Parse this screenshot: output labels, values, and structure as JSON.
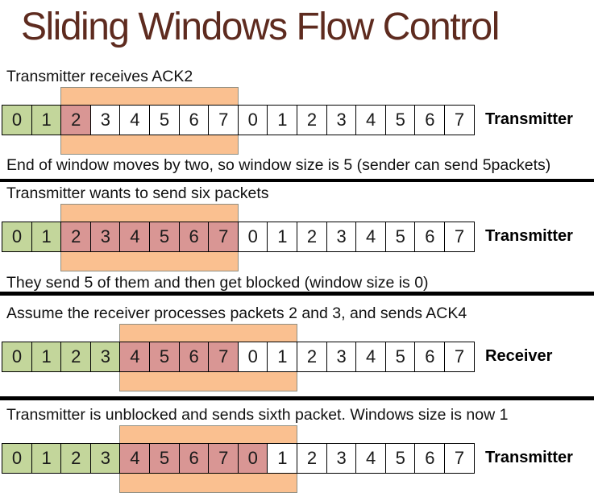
{
  "title": "Sliding Windows Flow Control",
  "theme": {
    "title_color": "#5e2b1f",
    "green_cell": "#c3d69b",
    "red_cell": "#d99694",
    "window_fill": "#fac090",
    "window_border": "#8f8f83",
    "separator_color": "#000000"
  },
  "sections": [
    {
      "caption": "Transmitter receives ACK2",
      "note": "End of window moves by two, so window size is 5 (sender can send 5packets)",
      "side_label": "Transmitter",
      "window": {
        "start_index": 2,
        "span": 6
      },
      "cells": [
        {
          "value": "0",
          "state": "green"
        },
        {
          "value": "1",
          "state": "green"
        },
        {
          "value": "2",
          "state": "red"
        },
        {
          "value": "3",
          "state": "white"
        },
        {
          "value": "4",
          "state": "white"
        },
        {
          "value": "5",
          "state": "white"
        },
        {
          "value": "6",
          "state": "white"
        },
        {
          "value": "7",
          "state": "white"
        },
        {
          "value": "0",
          "state": "white"
        },
        {
          "value": "1",
          "state": "white"
        },
        {
          "value": "2",
          "state": "white"
        },
        {
          "value": "3",
          "state": "white"
        },
        {
          "value": "4",
          "state": "white"
        },
        {
          "value": "5",
          "state": "white"
        },
        {
          "value": "6",
          "state": "white"
        },
        {
          "value": "7",
          "state": "white"
        }
      ]
    },
    {
      "caption": "Transmitter wants to send six packets",
      "note": "They send 5 of them and then get blocked (window size is 0)",
      "side_label": "Transmitter",
      "window": {
        "start_index": 2,
        "span": 6
      },
      "cells": [
        {
          "value": "0",
          "state": "green"
        },
        {
          "value": "1",
          "state": "green"
        },
        {
          "value": "2",
          "state": "red"
        },
        {
          "value": "3",
          "state": "red"
        },
        {
          "value": "4",
          "state": "red"
        },
        {
          "value": "5",
          "state": "red"
        },
        {
          "value": "6",
          "state": "red"
        },
        {
          "value": "7",
          "state": "red"
        },
        {
          "value": "0",
          "state": "white"
        },
        {
          "value": "1",
          "state": "white"
        },
        {
          "value": "2",
          "state": "white"
        },
        {
          "value": "3",
          "state": "white"
        },
        {
          "value": "4",
          "state": "white"
        },
        {
          "value": "5",
          "state": "white"
        },
        {
          "value": "6",
          "state": "white"
        },
        {
          "value": "7",
          "state": "white"
        }
      ]
    },
    {
      "caption": "Assume the receiver processes packets 2 and 3, and sends ACK4",
      "side_label": "Receiver",
      "window": {
        "start_index": 4,
        "span": 6
      },
      "cells": [
        {
          "value": "0",
          "state": "green"
        },
        {
          "value": "1",
          "state": "green"
        },
        {
          "value": "2",
          "state": "green"
        },
        {
          "value": "3",
          "state": "green"
        },
        {
          "value": "4",
          "state": "red"
        },
        {
          "value": "5",
          "state": "red"
        },
        {
          "value": "6",
          "state": "red"
        },
        {
          "value": "7",
          "state": "red"
        },
        {
          "value": "0",
          "state": "white"
        },
        {
          "value": "1",
          "state": "white"
        },
        {
          "value": "2",
          "state": "white"
        },
        {
          "value": "3",
          "state": "white"
        },
        {
          "value": "4",
          "state": "white"
        },
        {
          "value": "5",
          "state": "white"
        },
        {
          "value": "6",
          "state": "white"
        },
        {
          "value": "7",
          "state": "white"
        }
      ]
    },
    {
      "caption": "Transmitter is unblocked and sends sixth packet. Windows size is now 1",
      "side_label": "Transmitter",
      "window": {
        "start_index": 4,
        "span": 6
      },
      "cells": [
        {
          "value": "0",
          "state": "green"
        },
        {
          "value": "1",
          "state": "green"
        },
        {
          "value": "2",
          "state": "green"
        },
        {
          "value": "3",
          "state": "green"
        },
        {
          "value": "4",
          "state": "red"
        },
        {
          "value": "5",
          "state": "red"
        },
        {
          "value": "6",
          "state": "red"
        },
        {
          "value": "7",
          "state": "red"
        },
        {
          "value": "0",
          "state": "red"
        },
        {
          "value": "1",
          "state": "white"
        },
        {
          "value": "2",
          "state": "white"
        },
        {
          "value": "3",
          "state": "white"
        },
        {
          "value": "4",
          "state": "white"
        },
        {
          "value": "5",
          "state": "white"
        },
        {
          "value": "6",
          "state": "white"
        },
        {
          "value": "7",
          "state": "white"
        }
      ]
    }
  ]
}
